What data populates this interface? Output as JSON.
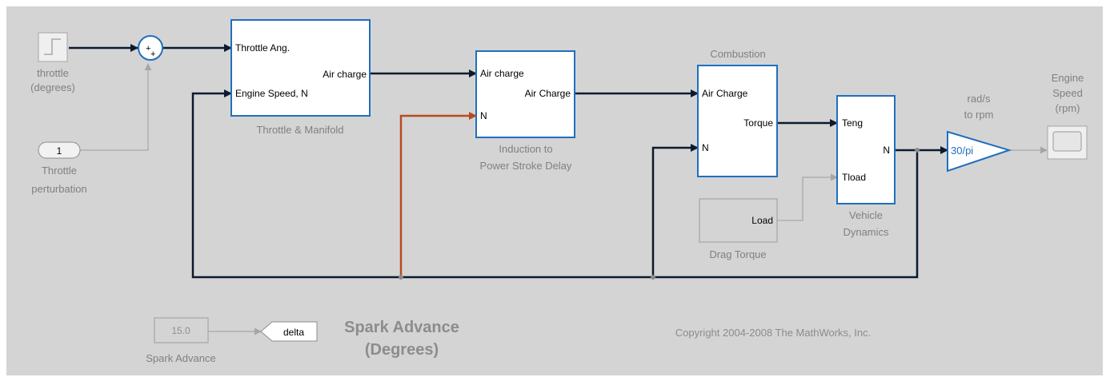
{
  "blocks": {
    "throttle_source": {
      "label_line1": "throttle",
      "label_line2": "(degrees)"
    },
    "throttle_perturbation": {
      "value": "1",
      "label_line1": "Throttle",
      "label_line2": "perturbation"
    },
    "throttle_manifold": {
      "in1": "Throttle Ang.",
      "in2": "Engine Speed, N",
      "out": "Air charge",
      "label": "Throttle & Manifold"
    },
    "induction": {
      "in1": "Air charge",
      "in2": "N",
      "out": "Air Charge",
      "label_line1": "Induction to",
      "label_line2": "Power Stroke Delay"
    },
    "combustion": {
      "title": "Combustion",
      "in1": "Air Charge",
      "in2": "N",
      "out": "Torque"
    },
    "vehicle_dynamics": {
      "in1": "Teng",
      "in2": "Tload",
      "out": "N",
      "label_line1": "Vehicle",
      "label_line2": "Dynamics"
    },
    "drag_torque": {
      "out": "Load",
      "label": "Drag Torque"
    },
    "gain": {
      "value": "30/pi",
      "label_line1": "rad/s",
      "label_line2": "to rpm"
    },
    "scope": {
      "label_line1": "Engine",
      "label_line2": "Speed",
      "label_line3": "(rpm)"
    },
    "spark_advance": {
      "value": "15.0",
      "label": "Spark Advance"
    },
    "goto_tag": {
      "value": "delta"
    }
  },
  "annotations": {
    "spark_title_line1": "Spark Advance",
    "spark_title_line2": "(Degrees)",
    "copyright": "Copyright 2004-2008 The MathWorks, Inc."
  },
  "colors": {
    "background": "#d4d4d4",
    "active_block_border": "#1f6fbf",
    "signal_line": "#0b1a2e",
    "highlight_signal": "#b84a1e",
    "inactive": "#a6a6a6"
  }
}
